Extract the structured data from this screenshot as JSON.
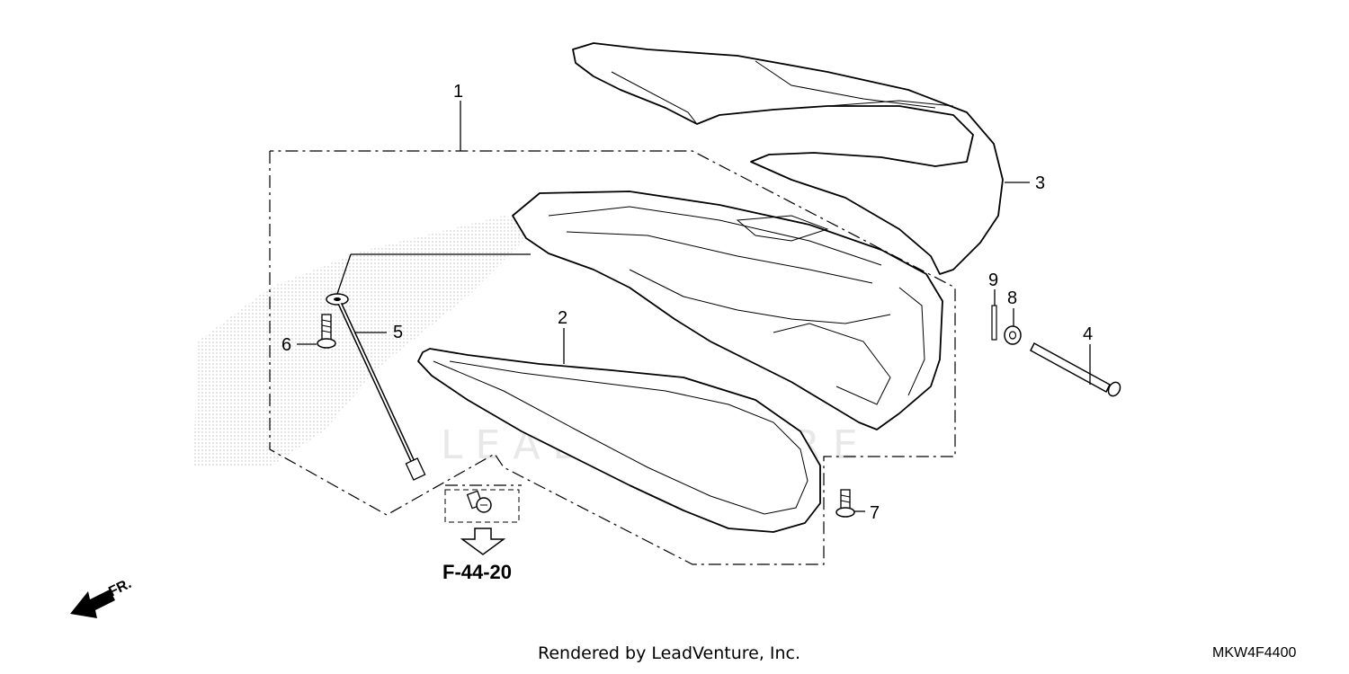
{
  "diagram": {
    "callouts": [
      "1",
      "2",
      "3",
      "4",
      "5",
      "6",
      "7",
      "8",
      "9"
    ],
    "reference": "F-44-20",
    "direction_label": "FR.",
    "watermark": "LEADVENTURE",
    "credit": "Rendered by LeadVenture, Inc.",
    "code": "MKW4F4400"
  }
}
